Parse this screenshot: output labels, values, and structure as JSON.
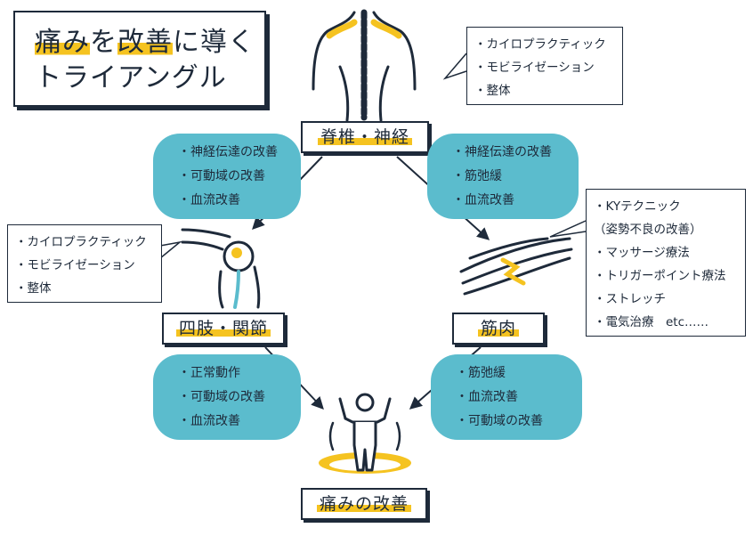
{
  "title": {
    "line1_parts": [
      "痛み",
      "を",
      "改善",
      "に導く"
    ],
    "line2": "トライアングル"
  },
  "nodes": {
    "spine": "脊椎・神経",
    "limb": "四肢・関節",
    "muscle": "筋肉",
    "pain": "痛みの改善"
  },
  "callouts": {
    "spine": [
      "・カイロプラクティック",
      "・モビライゼーション",
      "・整体"
    ],
    "limb": [
      "・カイロプラクティック",
      "・モビライゼーション",
      "・整体"
    ],
    "muscle": [
      "・KYテクニック",
      "（姿勢不良の改善）",
      "・マッサージ療法",
      "・トリガーポイント療法",
      "・ストレッチ",
      "・電気治療　etc……"
    ]
  },
  "bubbles": {
    "spine_to_limb": [
      "・神経伝達の改善",
      "・可動域の改善",
      "・血流改善"
    ],
    "spine_to_muscle": [
      "・神経伝達の改善",
      "・筋弛緩",
      "・血流改善"
    ],
    "limb_to_pain": [
      "・正常動作",
      "・可動域の改善",
      "・血流改善"
    ],
    "muscle_to_pain": [
      "・筋弛緩",
      "・血流改善",
      "・可動域の改善"
    ]
  },
  "colors": {
    "accent_yellow": "#f5c320",
    "bubble_blue": "#5bbccd",
    "ink": "#1e2a3a"
  },
  "icons": [
    "spine-back-icon",
    "knee-joint-icon",
    "muscle-fiber-icon",
    "person-relief-icon"
  ]
}
